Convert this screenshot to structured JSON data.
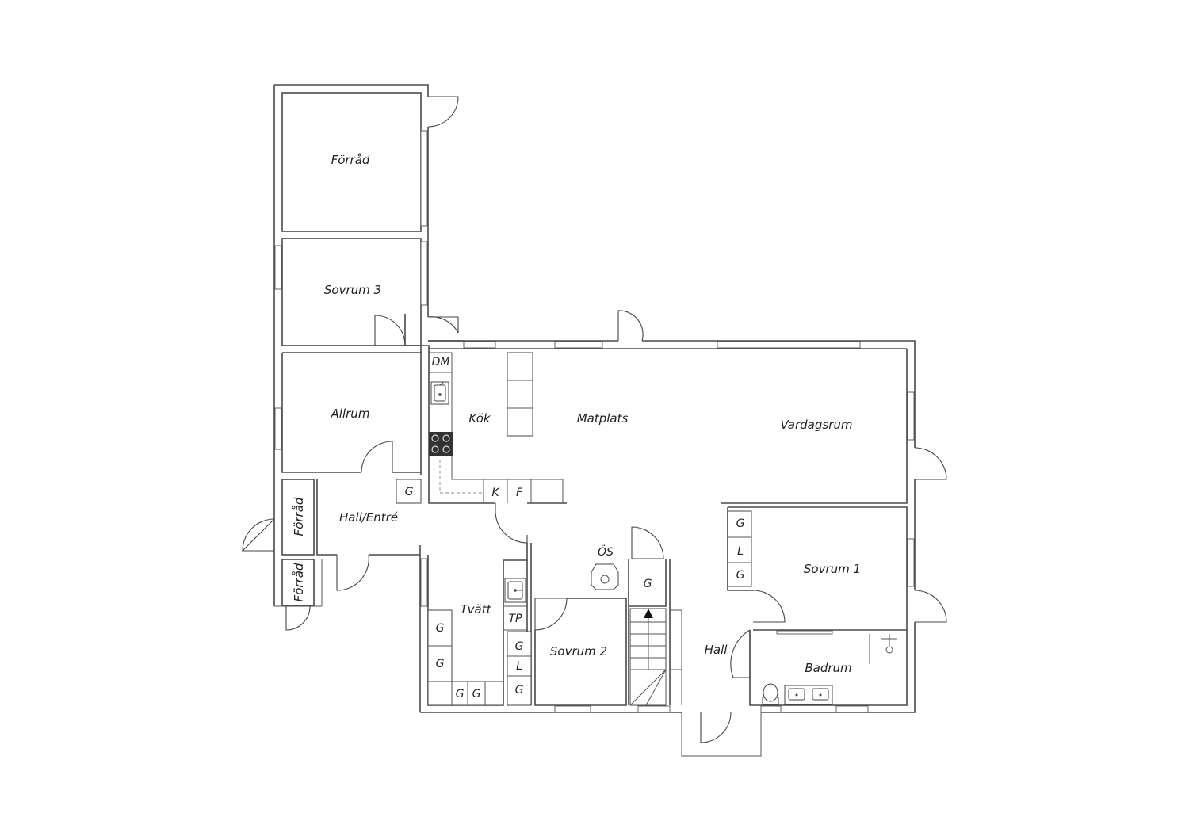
{
  "rooms": {
    "forrad_top": "Förråd",
    "sovrum3": "Sovrum 3",
    "allrum": "Allrum",
    "kok": "Kök",
    "matplats": "Matplats",
    "vardagsrum": "Vardagsrum",
    "hall_entre": "Hall/Entré",
    "forrad_side1": "Förråd",
    "forrad_side2": "Förråd",
    "tvatt": "Tvätt",
    "sovrum2": "Sovrum 2",
    "hall": "Hall",
    "sovrum1": "Sovrum 1",
    "badrum": "Badrum"
  },
  "fixtures": {
    "dm": "DM",
    "k": "K",
    "f": "F",
    "os": "ÖS",
    "tp": "TP",
    "g": "G",
    "l": "L"
  },
  "icons": [
    "sink-icon",
    "stove-icon",
    "toilet-icon",
    "shower-icon",
    "stair-arrow-icon",
    "chimney-icon"
  ],
  "colors": {
    "line": "#4a4a4a",
    "background": "#ffffff",
    "stove": "#333333"
  }
}
